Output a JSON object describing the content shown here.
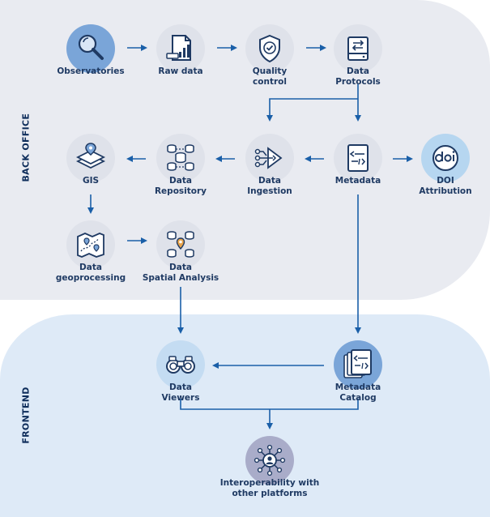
{
  "sections": {
    "back_office": "BACK OFFICE",
    "frontend": "FRONTEND"
  },
  "nodes": {
    "observatories": {
      "line1": "Observatories",
      "line2": "",
      "icon": "magnifier-icon"
    },
    "raw_data": {
      "line1": "Raw data",
      "line2": "",
      "icon": "document-chart-icon"
    },
    "quality_control": {
      "line1": "Quality",
      "line2": "control",
      "icon": "shield-check-icon"
    },
    "data_protocols": {
      "line1": "Data",
      "line2": "Protocols",
      "icon": "server-exchange-icon"
    },
    "gis": {
      "line1": "GIS",
      "line2": "",
      "icon": "map-layers-icon"
    },
    "data_repository": {
      "line1": "Data",
      "line2": "Repository",
      "icon": "database-network-icon"
    },
    "data_ingestion": {
      "line1": "Data",
      "line2": "Ingestion",
      "icon": "funnel-input-icon"
    },
    "metadata": {
      "line1": "Metadata",
      "line2": "",
      "icon": "code-document-icon"
    },
    "doi_attribution": {
      "line1": "DOI",
      "line2": "Attribution",
      "icon": "doi-icon"
    },
    "data_geoprocessing": {
      "line1": "Data",
      "line2": "geoprocessing",
      "icon": "map-route-icon"
    },
    "data_spatial_analysis": {
      "line1": "Data",
      "line2": "Spatial Analysis",
      "icon": "database-pin-icon"
    },
    "data_viewers": {
      "line1": "Data",
      "line2": "Viewers",
      "icon": "binoculars-icon"
    },
    "metadata_catalog": {
      "line1": "Metadata",
      "line2": "Catalog",
      "icon": "code-documents-stack-icon"
    },
    "interoperability": {
      "line1": "Interoperability with",
      "line2": "other platforms",
      "icon": "network-hub-icon"
    }
  },
  "colors": {
    "back_office_bg": "#e9ebf1",
    "frontend_bg": "#deeaf7",
    "arrow": "#1a5fa8",
    "text": "#1f3a63"
  }
}
